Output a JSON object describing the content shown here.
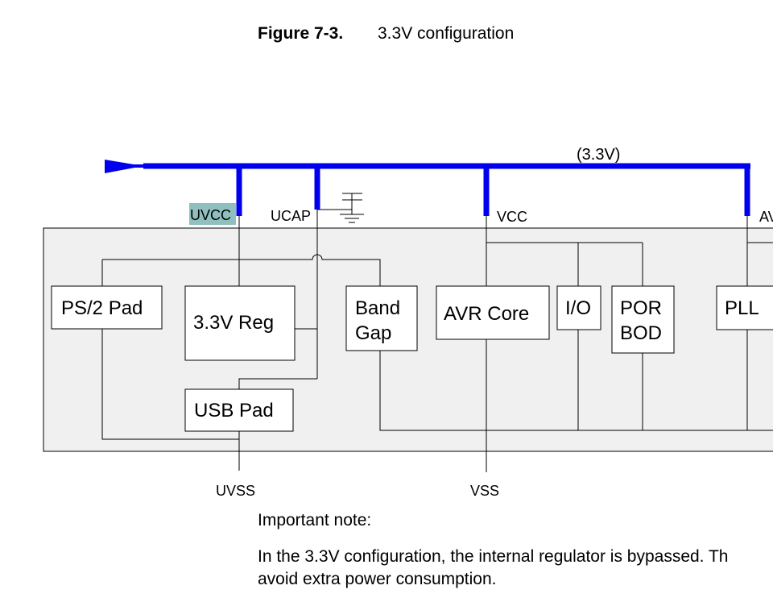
{
  "figure": {
    "number": "Figure 7-3.",
    "title": "3.3V configuration"
  },
  "rail": {
    "label": "(3.3V)",
    "color": "#0000ee"
  },
  "pins": {
    "uvcc": "UVCC",
    "ucap": "UCAP",
    "vcc": "VCC",
    "avcc": "AV",
    "uvss": "UVSS",
    "vss": "VSS"
  },
  "blocks": {
    "ps2_pad": "PS/2 Pad",
    "reg_33v": "3.3V Reg",
    "band_gap_l1": "Band",
    "band_gap_l2": "Gap",
    "avr_core": "AVR Core",
    "io": "I/O",
    "por_bod_l1": "POR",
    "por_bod_l2": "BOD",
    "pll": "PLL",
    "usb_pad": "USB Pad"
  },
  "colors": {
    "chip_fill": "#f0f0f0",
    "uvcc_highlight": "#8fbfbf"
  },
  "note": {
    "heading": "Important note:",
    "line1": "In the 3.3V configuration, the internal regulator is bypassed. Th",
    "line2": "avoid extra power consumption."
  }
}
